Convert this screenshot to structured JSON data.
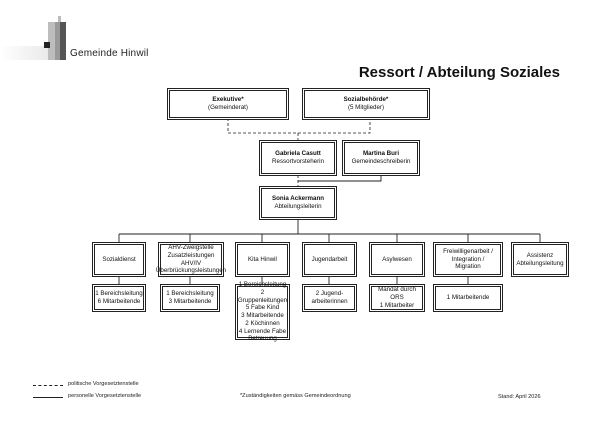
{
  "header": {
    "municipality": "Gemeinde Hinwil",
    "title": "Ressort / Abteilung Soziales"
  },
  "top_boxes": [
    {
      "name": "Exekutive*",
      "sub": "(Gemeinderat)"
    },
    {
      "name": "Sozialbehörde*",
      "sub": "(5 Mitglieder)"
    }
  ],
  "second_boxes": [
    {
      "name": "Gabriela Casutt",
      "sub": "Ressortvorsteherin"
    },
    {
      "name": "Martina Buri",
      "sub": "Gemeindeschreiberin"
    }
  ],
  "head": {
    "name": "Sonia Ackermann",
    "sub": "Abteilungsleiterin"
  },
  "departments": [
    {
      "lines": [
        "Sozialdienst"
      ]
    },
    {
      "lines": [
        "AHV-Zweigstelle",
        "Zusatzleistungen AHV/IV",
        "Überbrückungsleistungen"
      ]
    },
    {
      "lines": [
        "Kita Hinwil"
      ]
    },
    {
      "lines": [
        "Jugendarbeit"
      ]
    },
    {
      "lines": [
        "Asylwesen"
      ]
    },
    {
      "lines": [
        "Freiwilligenarbeit /",
        "Integration /",
        "Migration"
      ]
    },
    {
      "lines": [
        "Assistenz",
        "Abteilungsleitung"
      ]
    }
  ],
  "staff": [
    {
      "lines": [
        "1 Bereichsleitung",
        "6 Mitarbeitende"
      ]
    },
    {
      "lines": [
        "1 Bereichsleitung",
        "3 Mitarbeitende"
      ]
    },
    {
      "lines": [
        "1 Bereichsleitung",
        "2 Gruppenleitungen",
        "5 Fabe Kind",
        "3 Mitarbeitende",
        "2 Köchinnen",
        "4 Lernende Fabe",
        "Betreuung"
      ]
    },
    {
      "lines": [
        "2 Jugend-",
        "arbeiterinnen"
      ]
    },
    {
      "lines": [
        "Mandat durch",
        "ORS",
        "1 Mitarbeiter"
      ]
    },
    {
      "lines": [
        "1 Mitarbeitende"
      ]
    }
  ],
  "legend": {
    "dashed": "politische Vorgesetztenstelle",
    "solid": "personelle Vorgesetztenstelle"
  },
  "footnote": "*Zuständigkeiten gemäss Gemeindeordnung",
  "status": "Stand: April 2026"
}
